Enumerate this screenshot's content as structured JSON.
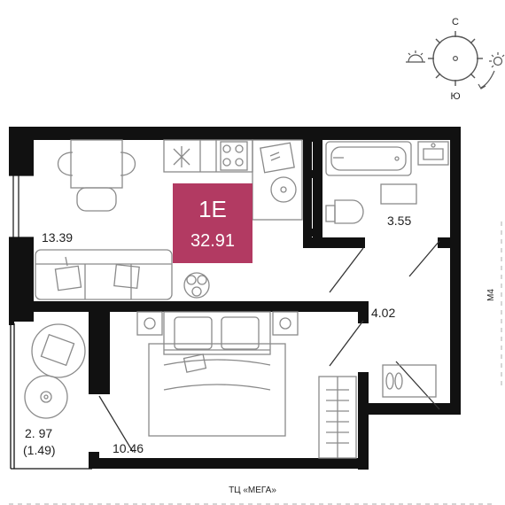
{
  "compass": {
    "north": "С",
    "south": "Ю"
  },
  "badge": {
    "type": "1Е",
    "area": "32.91",
    "color": "#b23a62"
  },
  "rooms": {
    "kitchen_living": "13.39",
    "bathroom": "3.55",
    "hallway": "4.02",
    "bedroom": "10.46",
    "balcony": "2. 97",
    "balcony_reduced": "(1.49)"
  },
  "surroundings": {
    "road_right": "М4",
    "landmark_bottom": "ТЦ «МЕГА»"
  },
  "colors": {
    "wall": "#111111",
    "furniture_line": "#8a8a8a",
    "label": "#1f1f1f"
  }
}
